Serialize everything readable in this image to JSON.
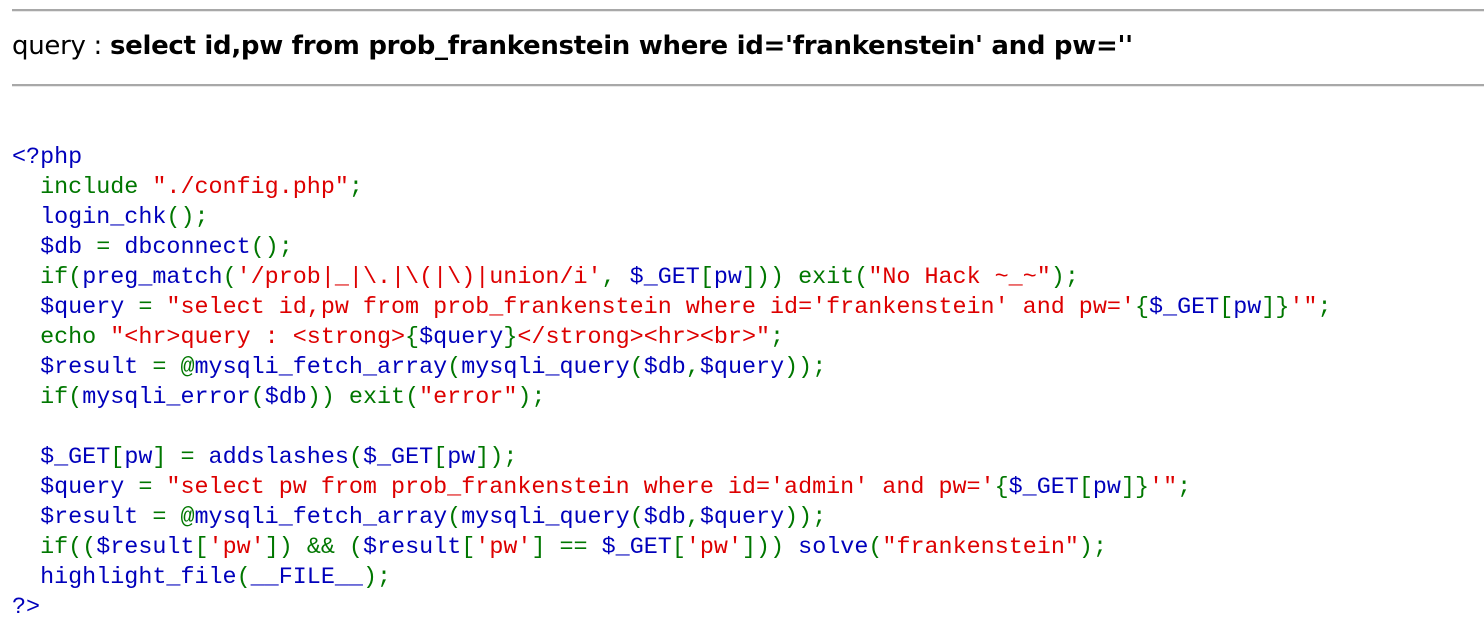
{
  "query_display": {
    "prefix": "query : ",
    "query": "select id,pw from prob_frankenstein where id='frankenstein' and pw=''"
  },
  "colors": {
    "default": "#0000BB",
    "keyword": "#007700",
    "string": "#DD0000",
    "rule": "#a8a8a8"
  },
  "source_lines": [
    [
      [
        "default",
        "<?php"
      ]
    ],
    [
      [
        "keyword",
        "  include "
      ],
      [
        "string",
        "\"./config.php\""
      ],
      [
        "keyword",
        ";"
      ]
    ],
    [
      [
        "default",
        "  login_chk"
      ],
      [
        "keyword",
        "();"
      ]
    ],
    [
      [
        "default",
        "  $db "
      ],
      [
        "keyword",
        "= "
      ],
      [
        "default",
        "dbconnect"
      ],
      [
        "keyword",
        "();"
      ]
    ],
    [
      [
        "keyword",
        "  if("
      ],
      [
        "default",
        "preg_match"
      ],
      [
        "keyword",
        "("
      ],
      [
        "string",
        "'/prob|_|\\.|\\(|\\)|union/i'"
      ],
      [
        "keyword",
        ", "
      ],
      [
        "default",
        "$_GET"
      ],
      [
        "keyword",
        "["
      ],
      [
        "default",
        "pw"
      ],
      [
        "keyword",
        "])) exit("
      ],
      [
        "string",
        "\"No Hack ~_~\""
      ],
      [
        "keyword",
        ");"
      ]
    ],
    [
      [
        "default",
        "  $query "
      ],
      [
        "keyword",
        "= "
      ],
      [
        "string",
        "\"select id,pw from prob_frankenstein where id='frankenstein' and pw='"
      ],
      [
        "keyword",
        "{"
      ],
      [
        "default",
        "$_GET"
      ],
      [
        "keyword",
        "["
      ],
      [
        "default",
        "pw"
      ],
      [
        "keyword",
        "]}"
      ],
      [
        "string",
        "'\""
      ],
      [
        "keyword",
        ";"
      ]
    ],
    [
      [
        "keyword",
        "  echo "
      ],
      [
        "string",
        "\"<hr>query : <strong>"
      ],
      [
        "keyword",
        "{"
      ],
      [
        "default",
        "$query"
      ],
      [
        "keyword",
        "}"
      ],
      [
        "string",
        "</strong><hr><br>\""
      ],
      [
        "keyword",
        ";"
      ]
    ],
    [
      [
        "default",
        "  $result "
      ],
      [
        "keyword",
        "= @"
      ],
      [
        "default",
        "mysqli_fetch_array"
      ],
      [
        "keyword",
        "("
      ],
      [
        "default",
        "mysqli_query"
      ],
      [
        "keyword",
        "("
      ],
      [
        "default",
        "$db"
      ],
      [
        "keyword",
        ","
      ],
      [
        "default",
        "$query"
      ],
      [
        "keyword",
        "));"
      ]
    ],
    [
      [
        "keyword",
        "  if("
      ],
      [
        "default",
        "mysqli_error"
      ],
      [
        "keyword",
        "("
      ],
      [
        "default",
        "$db"
      ],
      [
        "keyword",
        ")) exit("
      ],
      [
        "string",
        "\"error\""
      ],
      [
        "keyword",
        ");"
      ]
    ],
    [
      [
        "default",
        " "
      ]
    ],
    [
      [
        "default",
        "  $_GET"
      ],
      [
        "keyword",
        "["
      ],
      [
        "default",
        "pw"
      ],
      [
        "keyword",
        "] = "
      ],
      [
        "default",
        "addslashes"
      ],
      [
        "keyword",
        "("
      ],
      [
        "default",
        "$_GET"
      ],
      [
        "keyword",
        "["
      ],
      [
        "default",
        "pw"
      ],
      [
        "keyword",
        "]);"
      ]
    ],
    [
      [
        "default",
        "  $query "
      ],
      [
        "keyword",
        "= "
      ],
      [
        "string",
        "\"select pw from prob_frankenstein where id='admin' and pw='"
      ],
      [
        "keyword",
        "{"
      ],
      [
        "default",
        "$_GET"
      ],
      [
        "keyword",
        "["
      ],
      [
        "default",
        "pw"
      ],
      [
        "keyword",
        "]}"
      ],
      [
        "string",
        "'\""
      ],
      [
        "keyword",
        ";"
      ]
    ],
    [
      [
        "default",
        "  $result "
      ],
      [
        "keyword",
        "= @"
      ],
      [
        "default",
        "mysqli_fetch_array"
      ],
      [
        "keyword",
        "("
      ],
      [
        "default",
        "mysqli_query"
      ],
      [
        "keyword",
        "("
      ],
      [
        "default",
        "$db"
      ],
      [
        "keyword",
        ","
      ],
      [
        "default",
        "$query"
      ],
      [
        "keyword",
        "));"
      ]
    ],
    [
      [
        "keyword",
        "  if(("
      ],
      [
        "default",
        "$result"
      ],
      [
        "keyword",
        "["
      ],
      [
        "string",
        "'pw'"
      ],
      [
        "keyword",
        "]) && ("
      ],
      [
        "default",
        "$result"
      ],
      [
        "keyword",
        "["
      ],
      [
        "string",
        "'pw'"
      ],
      [
        "keyword",
        "] == "
      ],
      [
        "default",
        "$_GET"
      ],
      [
        "keyword",
        "["
      ],
      [
        "string",
        "'pw'"
      ],
      [
        "keyword",
        "])) "
      ],
      [
        "default",
        "solve"
      ],
      [
        "keyword",
        "("
      ],
      [
        "string",
        "\"frankenstein\""
      ],
      [
        "keyword",
        ");"
      ]
    ],
    [
      [
        "default",
        "  highlight_file"
      ],
      [
        "keyword",
        "("
      ],
      [
        "default",
        "__FILE__"
      ],
      [
        "keyword",
        ");"
      ]
    ],
    [
      [
        "default",
        "?>"
      ]
    ]
  ]
}
